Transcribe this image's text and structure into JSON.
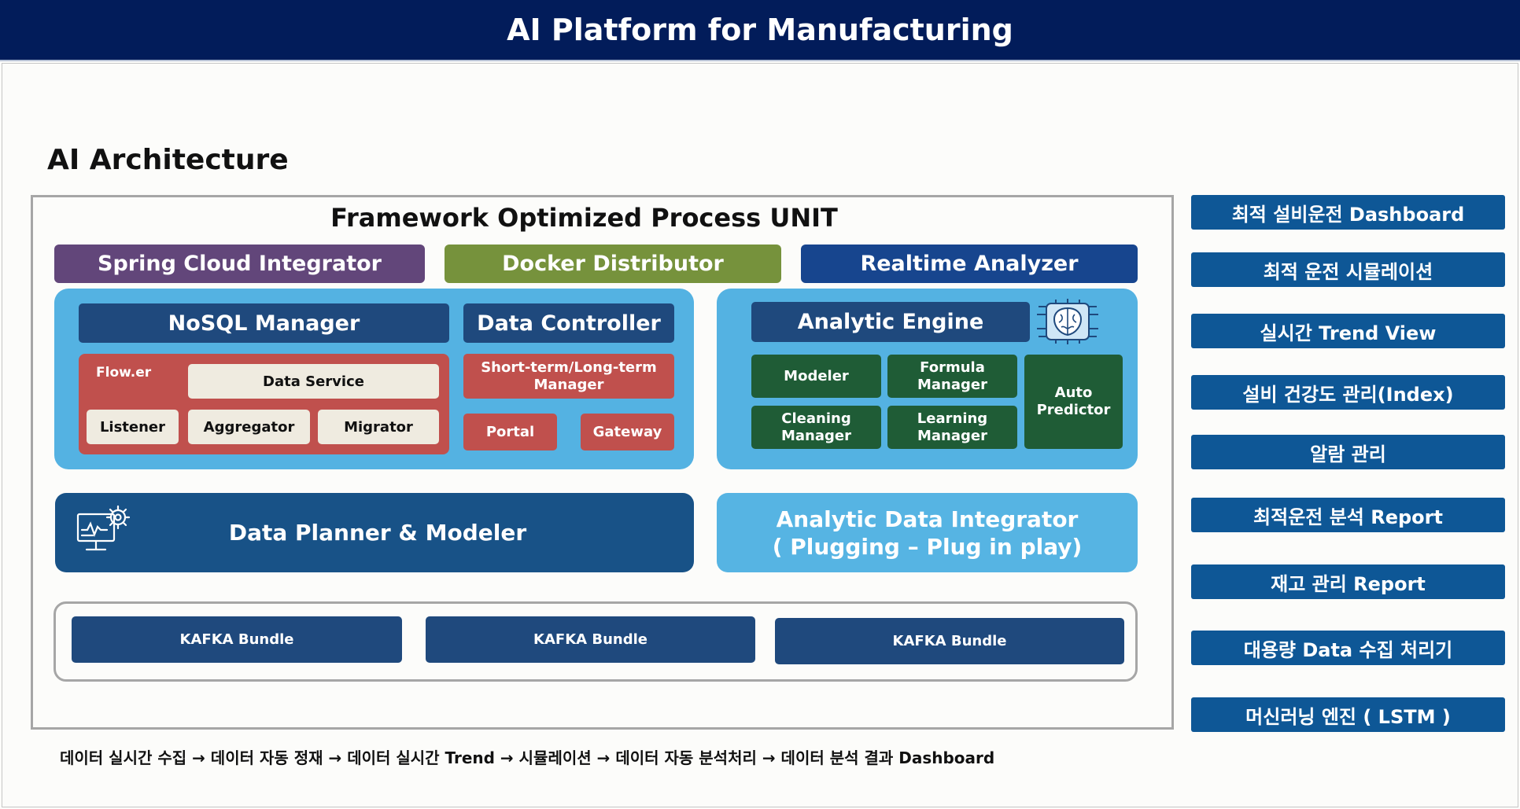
{
  "header": {
    "title": "AI Platform for Manufacturing"
  },
  "section": {
    "title": "AI Architecture"
  },
  "framework": {
    "title": "Framework Optimized Process UNIT",
    "tiers": {
      "spring": "Spring Cloud Integrator",
      "docker": "Docker Distributor",
      "realtime": "Realtime Analyzer"
    },
    "nosql": {
      "title": "NoSQL Manager",
      "flower": "Flow.er",
      "data_service": "Data Service",
      "listener": "Listener",
      "aggregator": "Aggregator",
      "migrator": "Migrator"
    },
    "data_controller": {
      "title": "Data Controller",
      "stlt_line1": "Short-term/Long-term",
      "stlt_line2": "Manager",
      "portal": "Portal",
      "gateway": "Gateway"
    },
    "analytic_engine": {
      "title": "Analytic Engine",
      "modeler": "Modeler",
      "formula_line1": "Formula",
      "formula_line2": "Manager",
      "cleaning_line1": "Cleaning",
      "cleaning_line2": "Manager",
      "learning_line1": "Learning",
      "learning_line2": "Manager",
      "auto_line1": "Auto",
      "auto_line2": "Predictor"
    },
    "planner": "Data Planner & Modeler",
    "integrator_line1": "Analytic Data Integrator",
    "integrator_line2": "( Plugging – Plug in play)",
    "kafka": [
      "KAFKA Bundle",
      "KAFKA Bundle",
      "KAFKA Bundle"
    ]
  },
  "side_menu": [
    "최적 설비운전 Dashboard",
    "최적 운전 시뮬레이션",
    "실시간 Trend View",
    "설비 건강도 관리(Index)",
    "알람 관리",
    "최적운전 분석 Report",
    "재고 관리 Report",
    "대용량 Data 수집 처리기",
    "머신러닝 엔진 ( LSTM )"
  ],
  "flow": "데이터 실시간 수집 → 데이터 자동 정재 → 데이터 실시간 Trend → 시뮬레이션 → 데이터 자동 분석처리 → 데이터 분석 결과 Dashboard",
  "colors": {
    "header": "#021c5a",
    "spring": "#62467a",
    "docker": "#76923c",
    "realtime": "#17458e",
    "panel": "#54b2e2",
    "navy": "#1f497d",
    "red": "#c0504d",
    "green": "#1f5c36",
    "side": "#0e5796"
  }
}
